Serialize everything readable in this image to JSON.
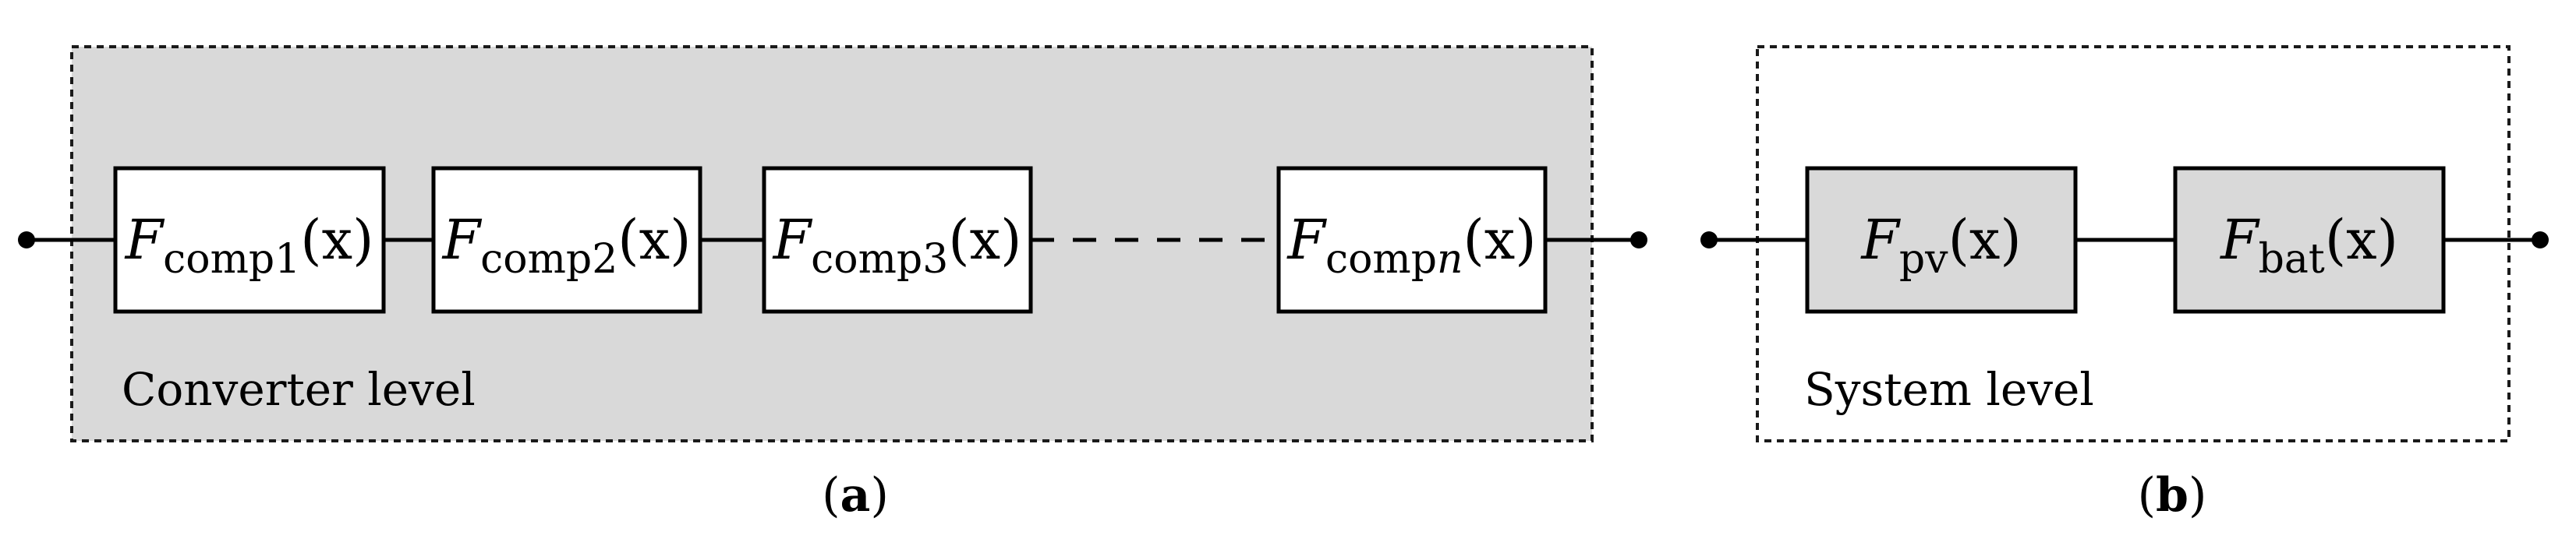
{
  "panel_a": {
    "label": "Converter level",
    "caption": {
      "open": "(",
      "letter": "a",
      "close": ")"
    },
    "blocks": [
      {
        "func": "F",
        "sub": "comp1",
        "arg": "(x)"
      },
      {
        "func": "F",
        "sub": "comp2",
        "arg": "(x)"
      },
      {
        "func": "F",
        "sub": "comp3",
        "arg": "(x)"
      },
      {
        "func": "F",
        "sub": "comp",
        "sub_var": "n",
        "arg": "(x)"
      }
    ]
  },
  "panel_b": {
    "label": "System level",
    "caption": {
      "open": "(",
      "letter": "b",
      "close": ")"
    },
    "blocks": [
      {
        "func": "F",
        "sub": "pv",
        "arg": "(x)"
      },
      {
        "func": "F",
        "sub": "bat",
        "arg": "(x)"
      }
    ]
  },
  "colors": {
    "group_fill": "#d9d9d9",
    "block_fill_a": "#ffffff",
    "block_fill_b": "#d9d9d9",
    "line": "#000000"
  }
}
